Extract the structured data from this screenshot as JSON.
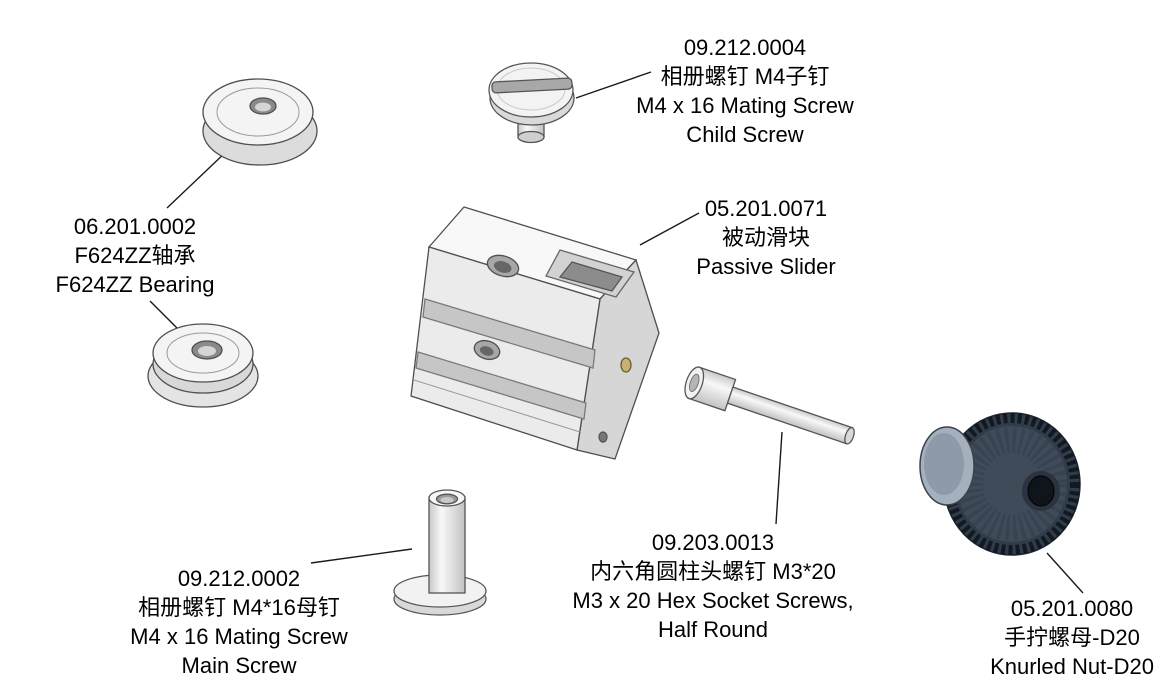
{
  "colors": {
    "background": "#ffffff",
    "part_outline": "#4f4f4f",
    "part_fill": "#f2f2f2",
    "knurled_nut_fill": "#313c49",
    "label_text": "#000000",
    "side_hole_accent": "#c7b073"
  },
  "parts": [
    {
      "id": "child-screw",
      "code": "09.212.0004",
      "name_cn": "相册螺钉 M4子钉",
      "name_en": "M4 x 16 Mating Screw",
      "name_en2": "Child Screw"
    },
    {
      "id": "bearing",
      "code": "06.201.0002",
      "name_cn": "F624ZZ轴承",
      "name_en": "F624ZZ Bearing"
    },
    {
      "id": "passive-slider",
      "code": "05.201.0071",
      "name_cn": "被动滑块",
      "name_en": "Passive Slider"
    },
    {
      "id": "hex-socket-screw",
      "code": "09.203.0013",
      "name_cn": "内六角圆柱头螺钉 M3*20",
      "name_en": "M3 x 20 Hex Socket Screws,",
      "name_en2": "Half Round"
    },
    {
      "id": "main-screw",
      "code": "09.212.0002",
      "name_cn": "相册螺钉 M4*16母钉",
      "name_en": "M4 x 16 Mating Screw",
      "name_en2": "Main Screw"
    },
    {
      "id": "knurled-nut",
      "code": "05.201.0080",
      "name_cn": "手拧螺母-D20",
      "name_en": "Knurled Nut-D20"
    }
  ]
}
